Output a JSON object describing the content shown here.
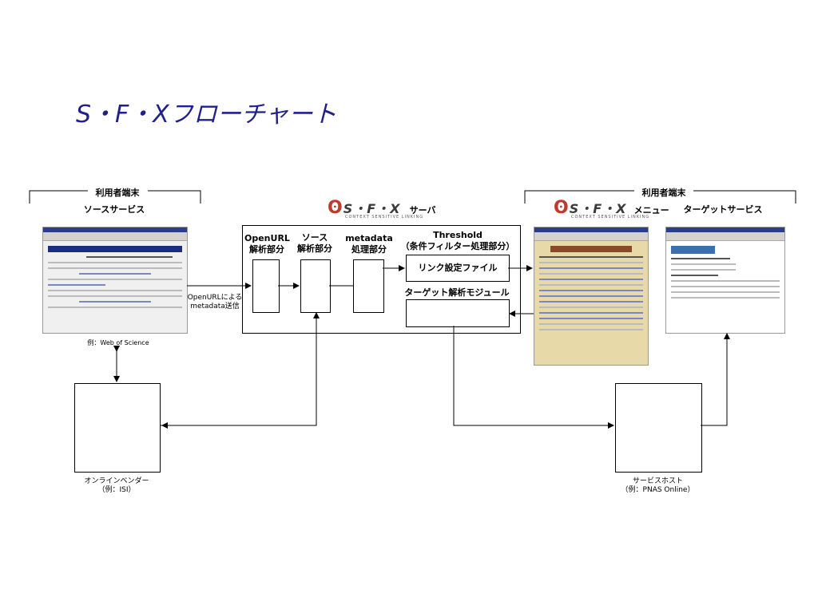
{
  "title": "S・F・Xフローチャート",
  "left_group": {
    "bracket_label": "利用者端末",
    "source_label": "ソースサービス",
    "example": "例：Web of Science"
  },
  "right_group": {
    "bracket_label": "利用者端末",
    "target_label": "ターゲットサービス"
  },
  "server": {
    "logo": "S・F・X",
    "logo_sub": "CONTEXT SENSITIVE LINKING",
    "label": "サーバ",
    "openurl_label_1": "OpenURL",
    "openurl_label_2": "解析部分",
    "source_label_1": "ソース",
    "source_label_2": "解析部分",
    "metadata_label_1": "metadata",
    "metadata_label_2": "処理部分",
    "threshold_label_1": "Threshold",
    "threshold_label_2": "（条件フィルター処理部分）",
    "link_file": "リンク設定ファイル",
    "target_module": "ターゲット解析モジュール"
  },
  "menu": {
    "logo": "S・F・X",
    "logo_sub": "CONTEXT SENSITIVE LINKING",
    "label": "メニュー"
  },
  "arrow_note_1": "OpenURLによる",
  "arrow_note_2": "metadata送信",
  "vendor": {
    "label_1": "オンラインベンダー",
    "label_2": "（例：ISI）"
  },
  "host": {
    "label_1": "サービスホスト",
    "label_2": "（例：PNAS Online）"
  }
}
